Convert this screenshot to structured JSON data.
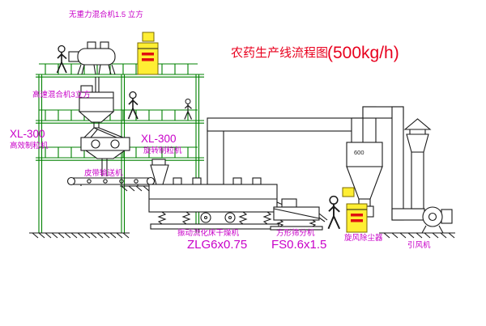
{
  "diagram": {
    "title": "农药生产线流程图",
    "title_capacity": "(500kg/h)"
  },
  "labels": {
    "gravity_free_mixer": "无重力混合机1.5 立方",
    "high_speed_mixer": "高速混合机3立方",
    "granulator_left_model": "XL-300",
    "granulator_left_name": "高效制粒机",
    "granulator_right_model": "XL-300",
    "granulator_right_name": "旋转制粒机",
    "belt_conveyor": "皮带输送机",
    "dryer_name": "振动流化床干燥机",
    "dryer_model": "ZLG6x0.75",
    "sieve_name": "方形筛分机",
    "sieve_model": "FS0.6x1.5",
    "cyclone_name": "旋风除尘器",
    "fan_name": "引风机",
    "duct_diameter": "600"
  },
  "colors": {
    "structure": "#008000",
    "labels": "#c800c8",
    "title": "#e8001e",
    "cabinet": "#ffee33"
  }
}
